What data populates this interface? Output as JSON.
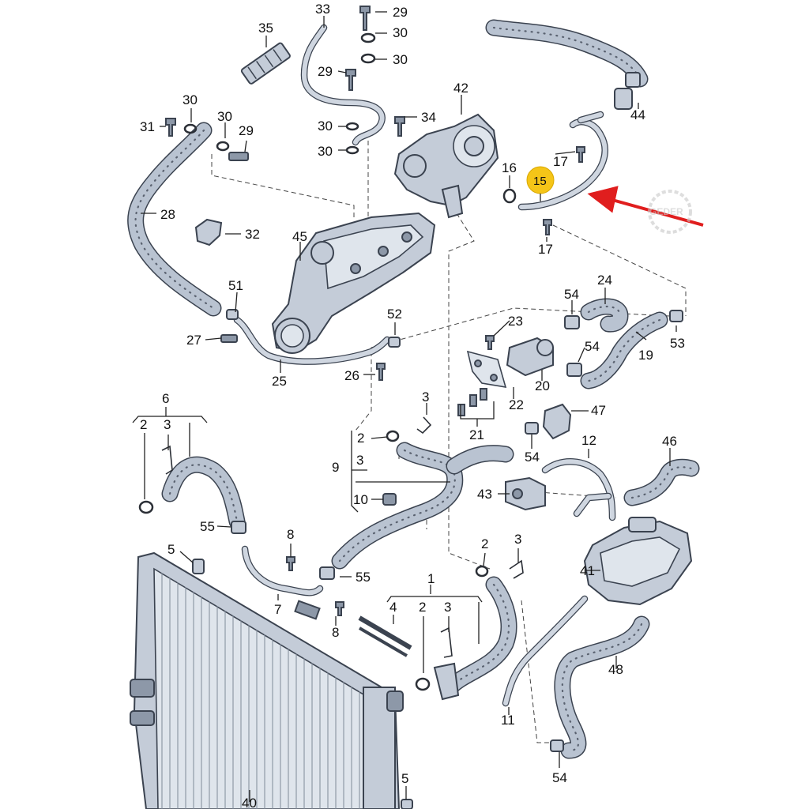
{
  "labels": {
    "l1": "1",
    "l2a": "2",
    "l2b": "2",
    "l2c": "2",
    "l2d": "2",
    "l3a": "3",
    "l3b": "3",
    "l3c": "3",
    "l3d": "3",
    "l3e": "3",
    "l4": "4",
    "l5a": "5",
    "l5b": "5",
    "l6": "6",
    "l7": "7",
    "l8a": "8",
    "l8b": "8",
    "l9": "9",
    "l10": "10",
    "l11": "11",
    "l12": "12",
    "l15": "15",
    "l16": "16",
    "l17a": "17",
    "l17b": "17",
    "l19": "19",
    "l20": "20",
    "l21": "21",
    "l22": "22",
    "l23": "23",
    "l24": "24",
    "l25": "25",
    "l26": "26",
    "l27": "27",
    "l28": "28",
    "l29a": "29",
    "l29b": "29",
    "l29c": "29",
    "l30a": "30",
    "l30b": "30",
    "l30c": "30",
    "l30d": "30",
    "l30e": "30",
    "l30f": "30",
    "l31": "31",
    "l32": "32",
    "l33": "33",
    "l34": "34",
    "l35": "35",
    "l40": "40",
    "l41": "41",
    "l42": "42",
    "l43": "43",
    "l44": "44",
    "l45": "45",
    "l46": "46",
    "l47": "47",
    "l48": "48",
    "l51": "51",
    "l52": "52",
    "l53": "53",
    "l54a": "54",
    "l54b": "54",
    "l54c": "54",
    "l54d": "54",
    "l55a": "55",
    "l55b": "55"
  },
  "highlighted_part": "15",
  "watermark": "GEDER",
  "colors": {
    "highlight": "#f5c518",
    "arrow": "#e01e1e",
    "part": "#c4ccd8"
  }
}
